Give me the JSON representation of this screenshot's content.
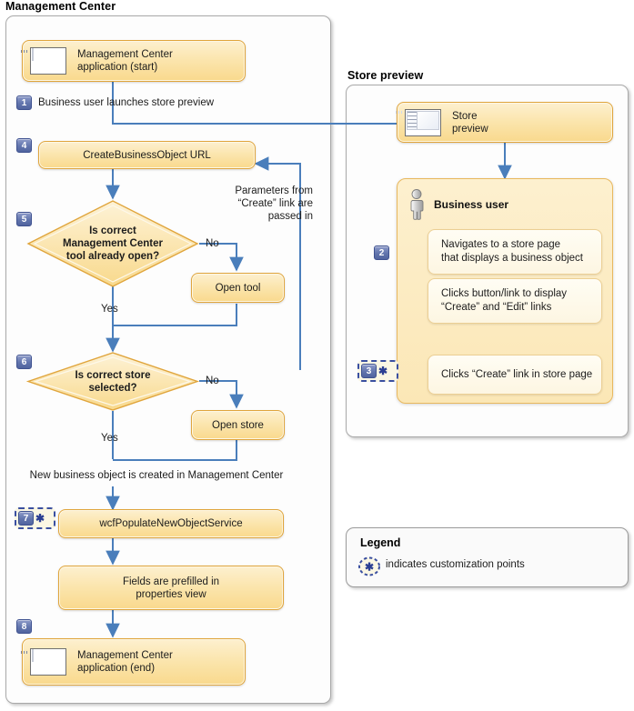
{
  "panels": {
    "management_center": {
      "title": "Management Center"
    },
    "store_preview": {
      "title": "Store preview"
    }
  },
  "nodes": {
    "mc_start": {
      "label": "Management Center\napplication (start)",
      "icon": "window-icon"
    },
    "create_url": {
      "label": "CreateBusinessObject URL"
    },
    "decision_tool": {
      "label": "Is correct\nManagement Center\ntool already open?"
    },
    "open_tool": {
      "label": "Open tool"
    },
    "decision_store": {
      "label": "Is correct store\nselected?"
    },
    "open_store": {
      "label": "Open store"
    },
    "wcf_service": {
      "label": "wcfPopulateNewObjectService"
    },
    "fields_prefilled": {
      "label": "Fields are prefilled in\nproperties view"
    },
    "mc_end": {
      "label": "Management Center\napplication (end)",
      "icon": "window-icon"
    },
    "store_preview_node": {
      "label": "Store\npreview",
      "icon": "store-window-icon"
    },
    "business_user_group": {
      "label": "Business user",
      "icon": "person-icon"
    },
    "navigates": {
      "label": "Navigates to a store page\nthat displays a business object"
    },
    "clicks_button": {
      "label": "Clicks button/link to display\n“Create” and “Edit” links"
    },
    "clicks_create": {
      "label": "Clicks “Create” link in store page"
    }
  },
  "labels": {
    "step1_text": "Business user launches store preview",
    "params_note": "Parameters from\n“Create” link are\npassed in",
    "no_1": "No",
    "yes_1": "Yes",
    "no_2": "No",
    "yes_2": "Yes",
    "new_object_note": "New business object is created in Management Center"
  },
  "badges": {
    "b1": "1",
    "b2": "2",
    "b3": "3",
    "b4": "4",
    "b5": "5",
    "b6": "6",
    "b7": "7",
    "b8": "8",
    "star": "✱"
  },
  "legend": {
    "title": "Legend",
    "text": "indicates customization points",
    "icon": "customization-point-icon"
  },
  "colors": {
    "node_border": "#e0a53c",
    "node_fill_top": "#fdf0cf",
    "node_fill_bottom": "#f9d98d",
    "connector": "#4a7ebb",
    "gray_connector": "#8a8a8a",
    "badge_blue": "#5a6da8",
    "dashed_blue": "#3a4fa0",
    "panel_border": "#a9a9a9"
  }
}
